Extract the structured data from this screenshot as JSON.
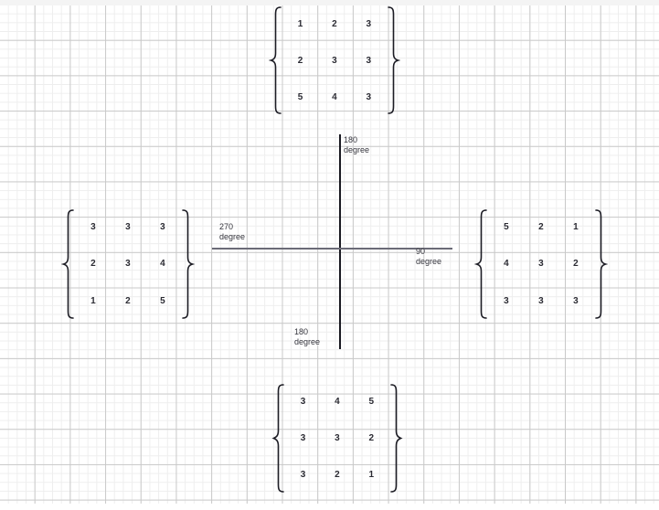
{
  "canvas": {
    "background_color": "#ffffff",
    "grid_minor_color": "#eeeeee",
    "grid_major_color": "#c9c9c9",
    "axis_vertical_color": "#1a1a22",
    "axis_horizontal_color": "#6b6b77",
    "text_color": "#2b2b33"
  },
  "matrices": {
    "top": {
      "name": "top-matrix",
      "rows": [
        [
          "1",
          "2",
          "3"
        ],
        [
          "2",
          "3",
          "3"
        ],
        [
          "5",
          "4",
          "3"
        ]
      ]
    },
    "left": {
      "name": "left-matrix",
      "rows": [
        [
          "3",
          "3",
          "3"
        ],
        [
          "2",
          "3",
          "4"
        ],
        [
          "1",
          "2",
          "5"
        ]
      ]
    },
    "right": {
      "name": "right-matrix",
      "rows": [
        [
          "5",
          "2",
          "1"
        ],
        [
          "4",
          "3",
          "2"
        ],
        [
          "3",
          "3",
          "3"
        ]
      ]
    },
    "bottom": {
      "name": "bottom-matrix",
      "rows": [
        [
          "3",
          "4",
          "5"
        ],
        [
          "3",
          "3",
          "2"
        ],
        [
          "3",
          "2",
          "1"
        ]
      ]
    }
  },
  "labels": {
    "top": {
      "number": "180",
      "unit": "degree"
    },
    "left": {
      "number": "270",
      "unit": "degree"
    },
    "right": {
      "number": "90",
      "unit": "degree"
    },
    "bottom": {
      "number": "180",
      "unit": "degree"
    }
  }
}
